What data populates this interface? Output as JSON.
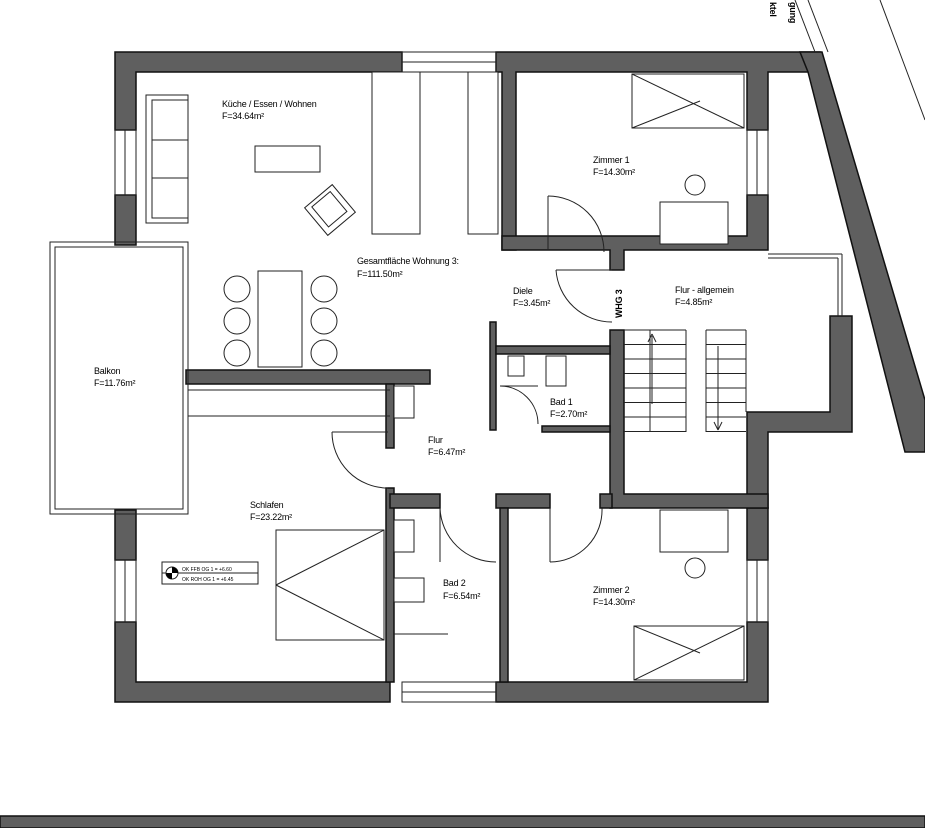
{
  "rooms": {
    "kueche": {
      "name": "Küche / Essen / Wohnen",
      "area": "F=34.64m²"
    },
    "gesamt": {
      "name": "Gesamtfläche Wohnung 3:",
      "area": "F=111.50m²"
    },
    "zimmer1": {
      "name": "Zimmer 1",
      "area": "F=14.30m²"
    },
    "diele": {
      "name": "Diele",
      "area": "F=3.45m²"
    },
    "flur_allg": {
      "name": "Flur - allgemein",
      "area": "F=4.85m²"
    },
    "balkon": {
      "name": "Balkon",
      "area": "F=11.76m²"
    },
    "bad1": {
      "name": "Bad 1",
      "area": "F=2.70m²"
    },
    "flur": {
      "name": "Flur",
      "area": "F=6.47m²"
    },
    "schlafen": {
      "name": "Schlafen",
      "area": "F=23.22m²"
    },
    "bad2": {
      "name": "Bad 2",
      "area": "F=6.54m²"
    },
    "zimmer2": {
      "name": "Zimmer 2",
      "area": "F=14.30m²"
    }
  },
  "labels": {
    "whg": "WHG 3",
    "corner_top": "gung",
    "corner_bottom": "ktel"
  },
  "level_marker": {
    "line1": "OK FFB OG 1 = +6.60",
    "line2": "OK ROH OG 1 = +6.45"
  },
  "colors": {
    "wall_fill": "#5f5f5f",
    "line": "#222222",
    "background": "#ffffff"
  }
}
